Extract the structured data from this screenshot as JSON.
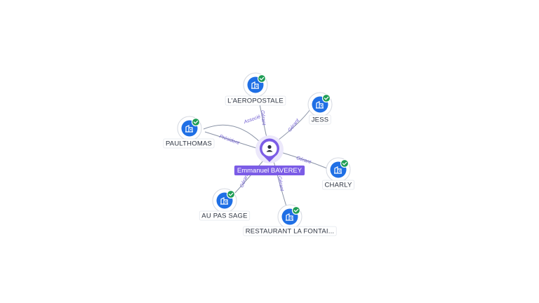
{
  "center": {
    "label": "Emmanuel BAVEREY",
    "icon": "person-icon",
    "color": "#7b5ce6"
  },
  "companies": [
    {
      "id": "aeropostale",
      "label": "L'AEROPOSTALE",
      "icon": "building-icon",
      "verified": true
    },
    {
      "id": "jess",
      "label": "JESS",
      "icon": "building-icon",
      "verified": true
    },
    {
      "id": "paulthomas",
      "label": "PAULTHOMAS",
      "icon": "building-icon",
      "verified": true
    },
    {
      "id": "charly",
      "label": "CHARLY",
      "icon": "building-icon",
      "verified": true
    },
    {
      "id": "aupassage",
      "label": "AU PAS SAGE",
      "icon": "building-icon",
      "verified": true
    },
    {
      "id": "restaurant",
      "label": "RESTAURANT LA FONTAI...",
      "icon": "building-icon",
      "verified": true
    }
  ],
  "edges": [
    {
      "id": "e-aero",
      "target": "aeropostale",
      "label": "Gérant"
    },
    {
      "id": "e-jess",
      "target": "jess",
      "label": "Gérant"
    },
    {
      "id": "e-paul-assoc",
      "target": "paulthomas",
      "label": "Associé"
    },
    {
      "id": "e-paul-pres",
      "target": "paulthomas",
      "label": "Président"
    },
    {
      "id": "e-charly",
      "target": "charly",
      "label": "Gérant"
    },
    {
      "id": "e-aupas",
      "target": "aupassage",
      "label": "Gérant"
    },
    {
      "id": "e-resto",
      "target": "restaurant",
      "label": "Gérant"
    }
  ],
  "colors": {
    "company": "#1f6fe5",
    "verified_badge": "#1f9d55",
    "edge": "#8a93a6",
    "edge_label": "#6d5bd0"
  }
}
